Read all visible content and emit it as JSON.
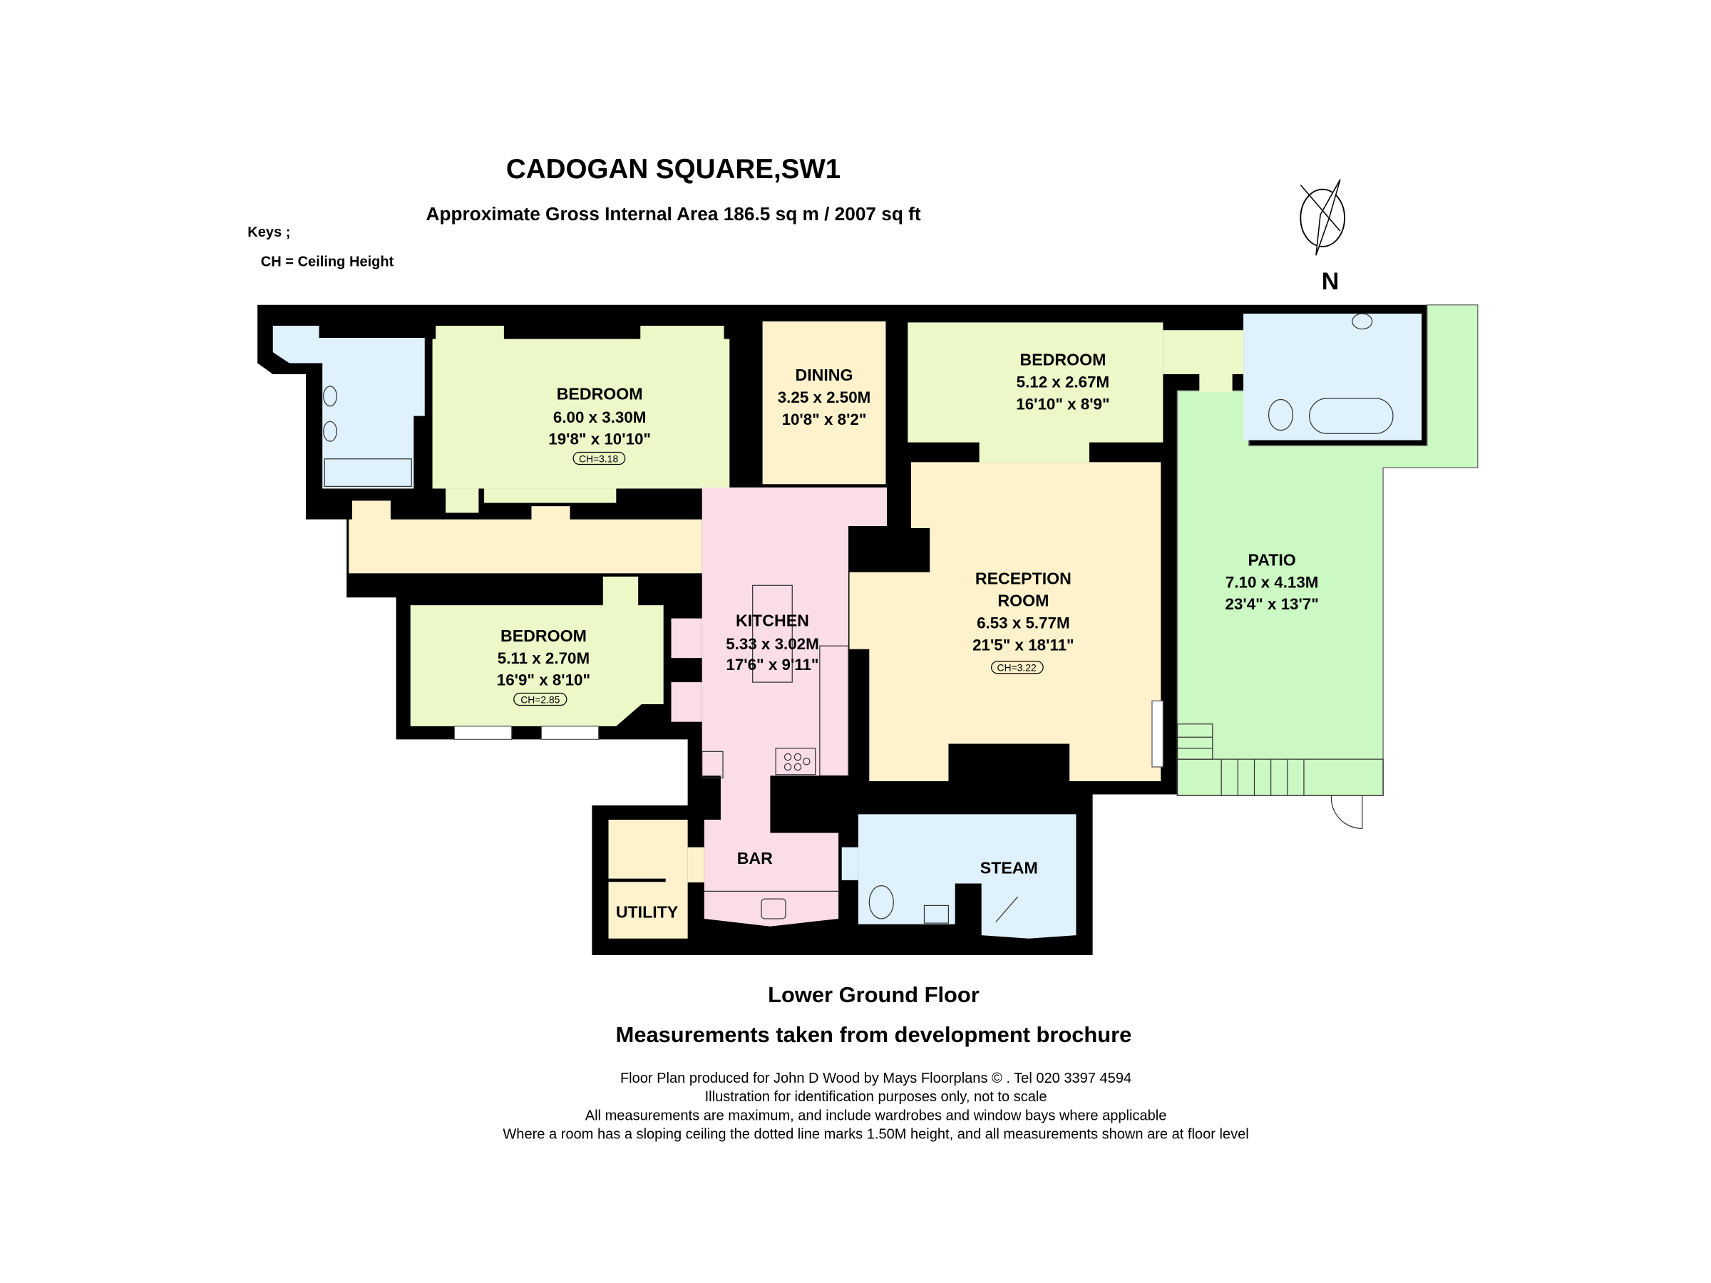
{
  "header": {
    "title": "CADOGAN SQUARE,SW1",
    "area": "Approximate Gross Internal Area 186.5 sq m  /  2007 sq ft",
    "keys_label": "Keys ;",
    "key_ch": "CH  =  Ceiling Height"
  },
  "compass": {
    "label": "N",
    "icon": "north-arrow-icon"
  },
  "colors": {
    "walls": "#000000",
    "bedroom": "#ecf8c8",
    "reception": "#fdf2cc",
    "kitchen": "#fbdde8",
    "bathroom": "#dff1fd",
    "patio": "#ccf8c4"
  },
  "rooms": {
    "bedroom1": {
      "name": "BEDROOM",
      "metric": "6.00 x 3.30M",
      "imperial": "19'8\" x 10'10\"",
      "ch": "CH=3.18"
    },
    "dining": {
      "name": "DINING",
      "metric": "3.25 x 2.50M",
      "imperial": "10'8\" x 8'2\""
    },
    "bedroom2": {
      "name": "BEDROOM",
      "metric": "5.12 x 2.67M",
      "imperial": "16'10\" x 8'9\""
    },
    "bedroom3": {
      "name": "BEDROOM",
      "metric": "5.11 x 2.70M",
      "imperial": "16'9\" x 8'10\"",
      "ch": "CH=2.85"
    },
    "kitchen": {
      "name": "KITCHEN",
      "metric": "5.33 x 3.02M",
      "imperial": "17'6\" x 9'11\""
    },
    "reception": {
      "name1": "RECEPTION",
      "name2": "ROOM",
      "metric": "6.53 x 5.77M",
      "imperial": "21'5\" x 18'11\"",
      "ch": "CH=3.22"
    },
    "patio": {
      "name": "PATIO",
      "metric": "7.10 x 4.13M",
      "imperial": "23'4\" x 13'7\""
    },
    "bar": {
      "name": "BAR"
    },
    "utility": {
      "name": "UTILITY"
    },
    "steam": {
      "name": "STEAM"
    }
  },
  "footer": {
    "floor": "Lower Ground Floor",
    "measurements": "Measurements taken from development brochure",
    "notes": [
      "Floor Plan produced for John D Wood by Mays Floorplans © . Tel 020 3397 4594",
      "Illustration for identification purposes only, not to scale",
      "All measurements are maximum, and include wardrobes and window bays where applicable",
      "Where a room has a sloping ceiling the dotted line marks 1.50M height, and all measurements shown are at floor level"
    ]
  }
}
